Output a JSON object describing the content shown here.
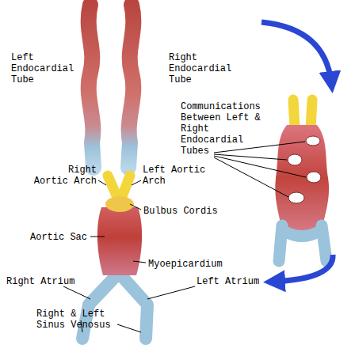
{
  "diagram": {
    "labels": [
      "Left Endocardial Tube",
      "Right Endocardial Tube",
      "Communications Between Left & Right Endocardial Tubes",
      "Right Aortic Arch",
      "Left Aortic Arch",
      "Bulbus Cordis",
      "Aortic Sac",
      "Myoepicardium",
      "Right Atrium",
      "Left Atrium",
      "Right & Left Sinus Venosus"
    ]
  }
}
